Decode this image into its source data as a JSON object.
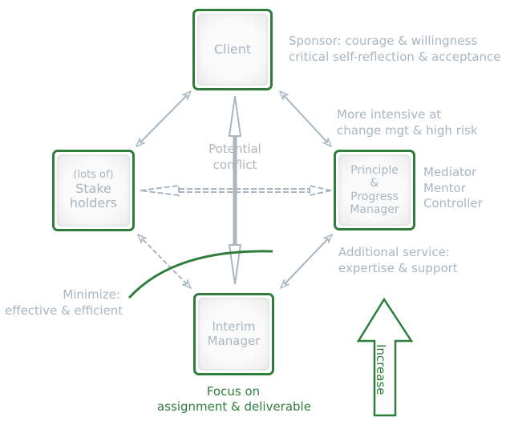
{
  "colors": {
    "node_border": "#2e7d3a",
    "node_text": "#a9b6c2",
    "arrow": "#a9b6c2",
    "annotation_gray": "#a9b6c2",
    "conflict_text": "#b4b4b4",
    "accent_green": "#2e7d3a"
  },
  "nodes": {
    "client": {
      "lines": [
        "Client"
      ]
    },
    "stakeholders": {
      "lines": [
        "(lots of)",
        "Stake",
        "holders"
      ]
    },
    "principle_manager": {
      "lines": [
        "Principle",
        "&",
        "Progress",
        "Manager"
      ]
    },
    "interim_manager": {
      "lines": [
        "Interim",
        "Manager"
      ]
    }
  },
  "annotations": {
    "sponsor": [
      "Sponsor: courage & willingness",
      "critical self-reflection & acceptance"
    ],
    "intensive": [
      "More intensive at",
      "change mgt & high risk"
    ],
    "roles": [
      "Mediator",
      "Mentor",
      "Controller"
    ],
    "additional": [
      "Additional service:",
      "expertise & support"
    ],
    "minimize": [
      "Minimize:",
      "effective & efficient"
    ],
    "focus": [
      "Focus on",
      "assignment & deliverable"
    ],
    "conflict": [
      "Potential",
      "conflict"
    ],
    "increase": "Increase"
  },
  "connections": [
    {
      "from": "client",
      "to": "stakeholders",
      "style": "solid",
      "arrows": "both"
    },
    {
      "from": "client",
      "to": "principle_manager",
      "style": "solid",
      "arrows": "both"
    },
    {
      "from": "stakeholders",
      "to": "interim_manager",
      "style": "dashed",
      "arrows": "both"
    },
    {
      "from": "principle_manager",
      "to": "interim_manager",
      "style": "solid",
      "arrows": "both"
    },
    {
      "from": "stakeholders",
      "to": "principle_manager",
      "style": "dashed",
      "arrows": "both"
    },
    {
      "from": "client",
      "to": "interim_manager",
      "style": "thick",
      "arrows": "both",
      "label": "Potential conflict"
    }
  ]
}
